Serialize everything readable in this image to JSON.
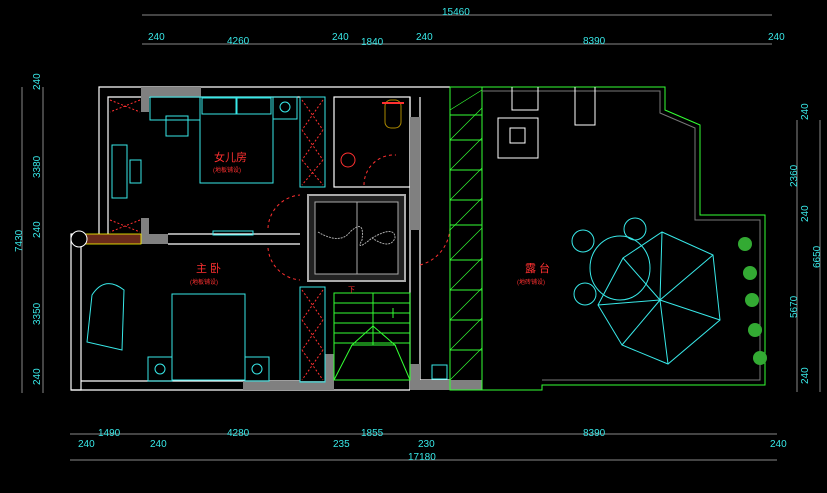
{
  "dimensions": {
    "top_total": "15460",
    "top": [
      "240",
      "4260",
      "240",
      "1840",
      "240",
      "8390",
      "240"
    ],
    "bottom": [
      "1490",
      "4280",
      "1855",
      "8390"
    ],
    "bottom_walls": [
      "240",
      "240",
      "235",
      "230",
      "240"
    ],
    "bottom_total": "17180",
    "left": [
      "240",
      "3380",
      "240",
      "3350",
      "240"
    ],
    "left_total": "7430",
    "right": [
      "240",
      "2360",
      "240",
      "5670",
      "240"
    ],
    "right_total": "6650"
  },
  "rooms": [
    {
      "name": "女儿房",
      "floor": "(地板铺设)"
    },
    {
      "name": "主 卧",
      "floor": "(地板铺设)"
    },
    {
      "name": "露 台",
      "floor": "(地砖铺设)"
    }
  ],
  "stair_label": "下",
  "colors": {
    "wall": "#ffffff",
    "furniture": "#38e8e8",
    "stair": "#33ff33",
    "text": "#ff3030",
    "dim": "#38e8e8",
    "fill": "#808080"
  }
}
